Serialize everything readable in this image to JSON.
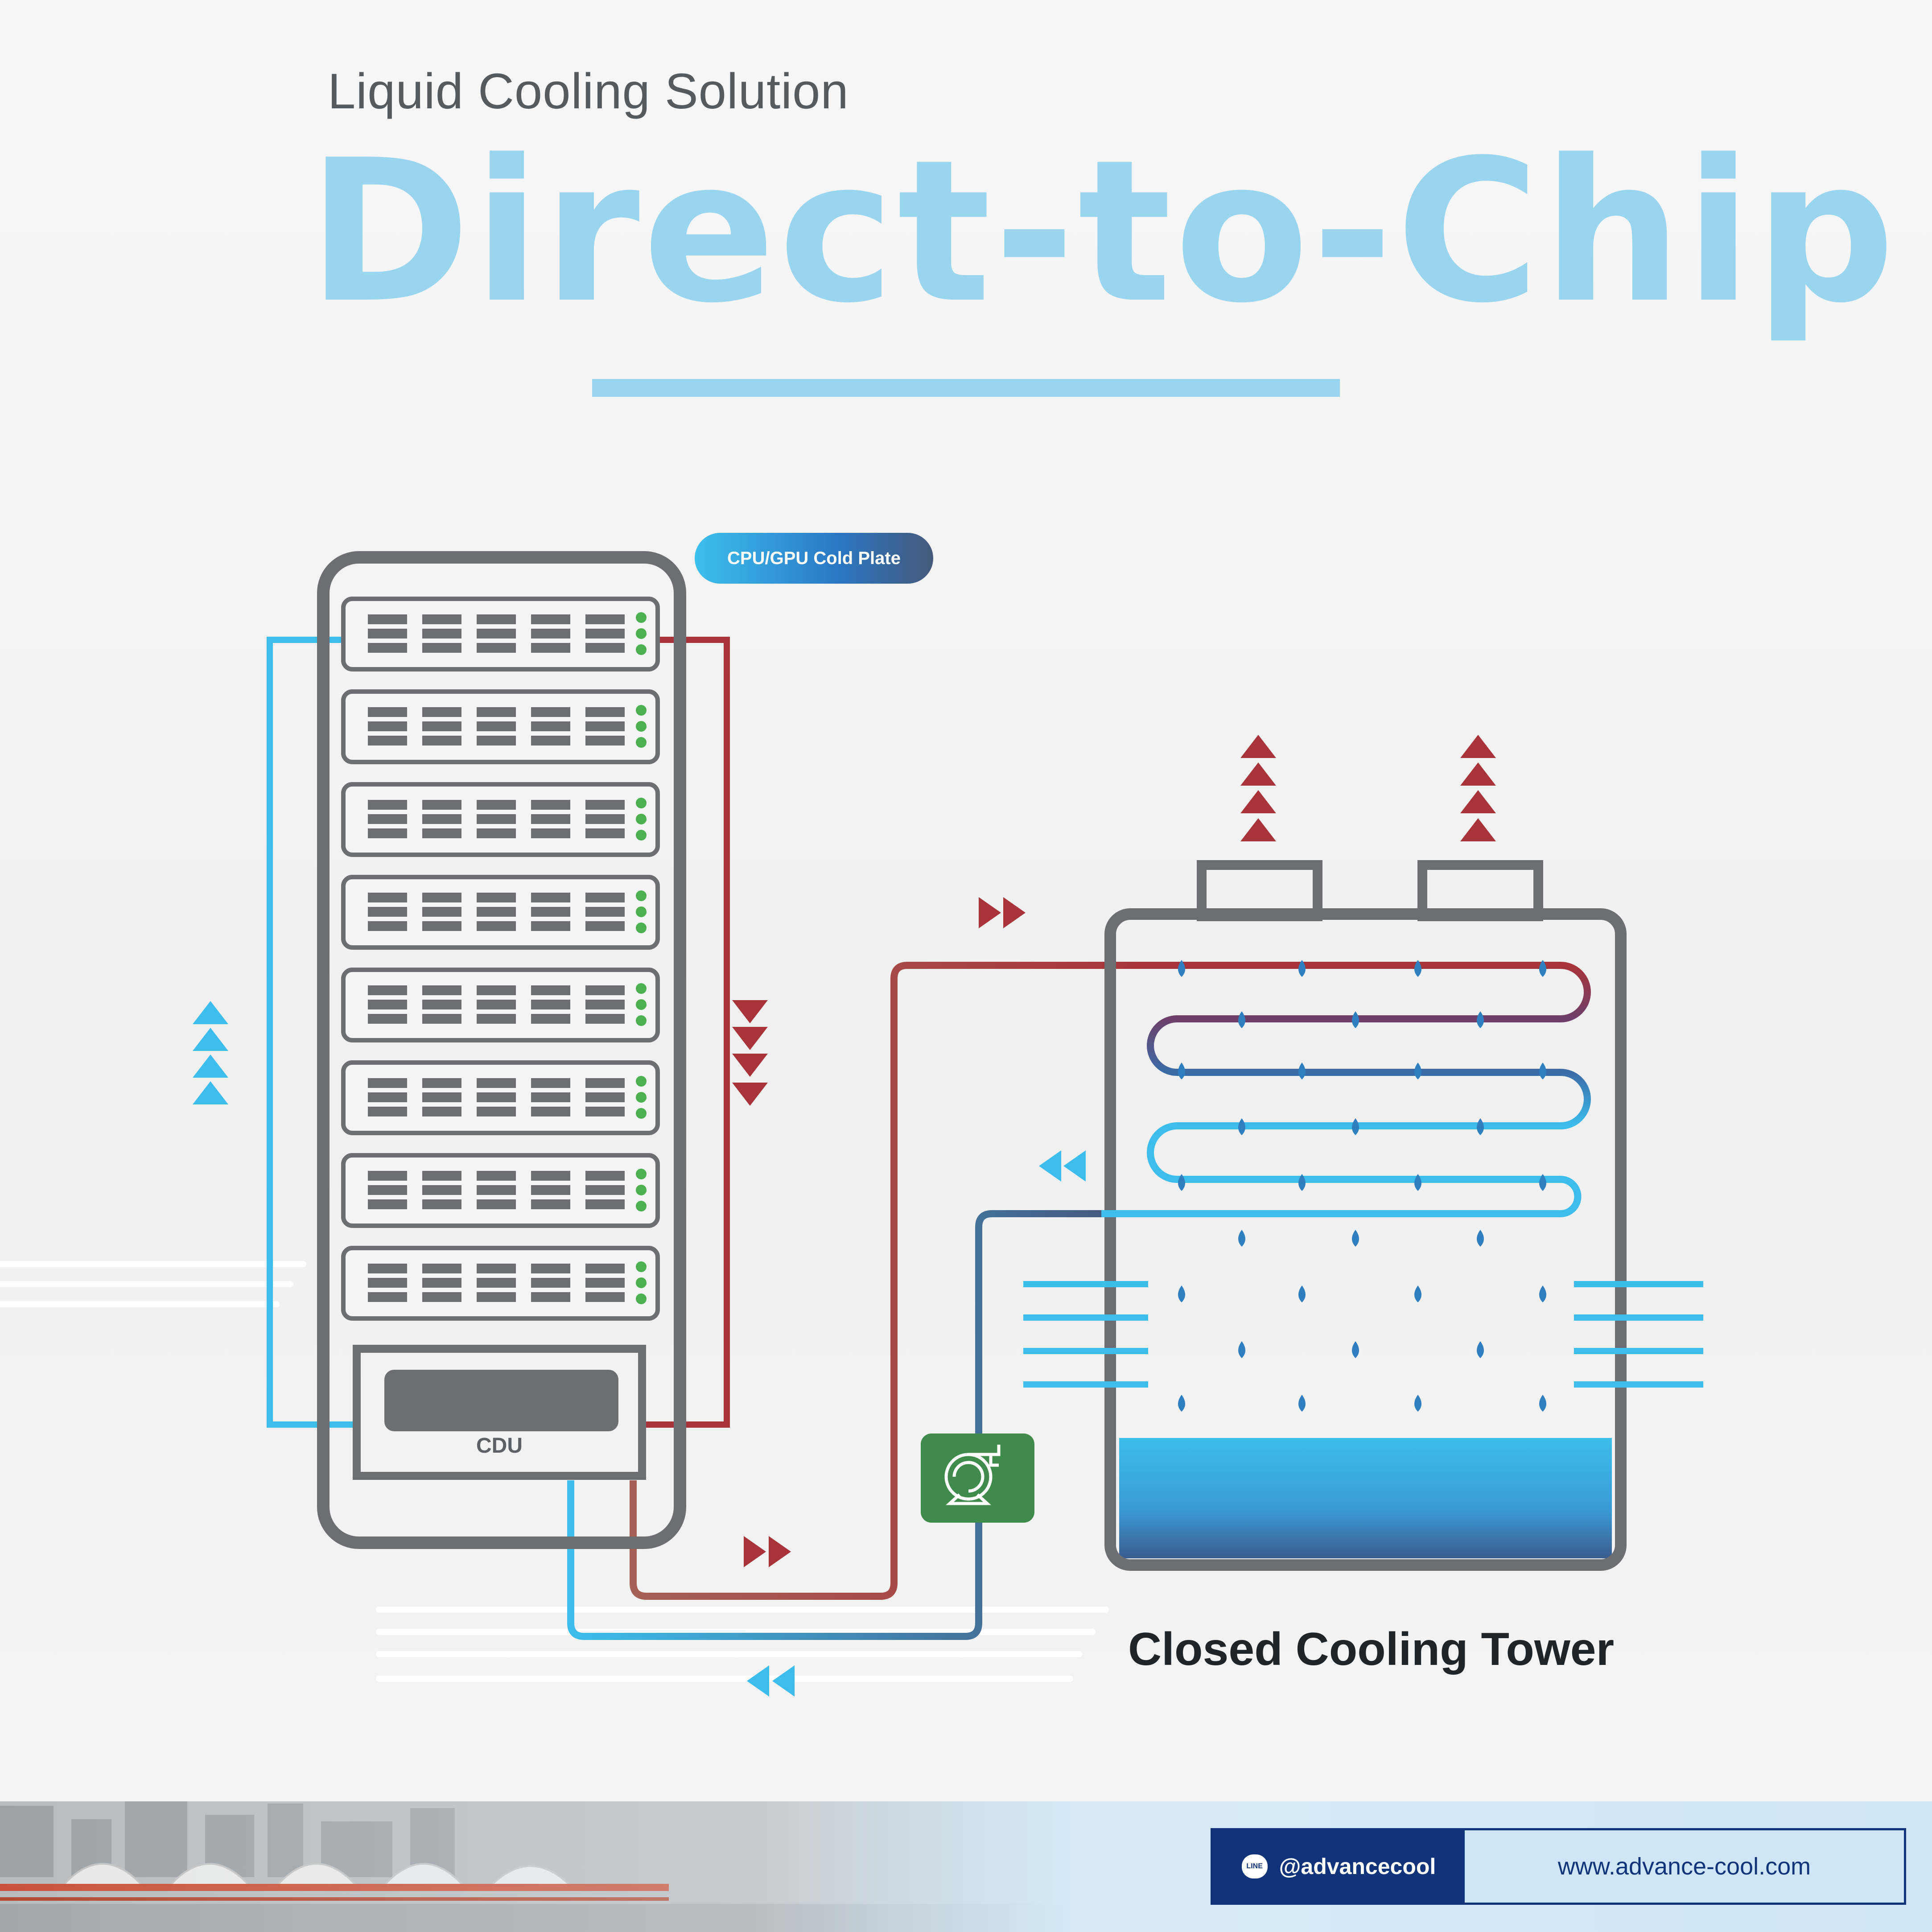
{
  "header": {
    "subtitle": "Liquid Cooling Solution",
    "title": "Direct-to-Chip"
  },
  "diagram": {
    "cold_plate_label": "CPU/GPU Cold Plate",
    "cdu_label": "CDU",
    "tower_label": "Closed Cooling Tower",
    "server_units": 8,
    "colors": {
      "hot": "#a8343a",
      "cold": "#3cbdec",
      "frame": "#6d6e71",
      "pump": "#3e8b4b",
      "led": "#4caf50",
      "water": "#3cbdec"
    }
  },
  "footer": {
    "line_handle": "@advancecool",
    "line_icon_text": "LINE",
    "website": "www.advance-cool.com"
  }
}
